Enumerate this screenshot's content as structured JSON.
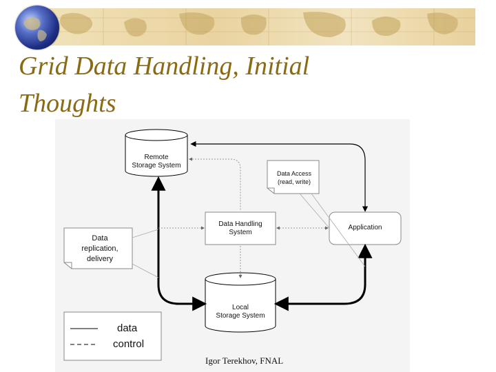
{
  "slide": {
    "title_line_1": "Grid Data Handling, Initial",
    "title_line_2": "Thoughts",
    "footer": "Igor Terekhov, FNAL"
  },
  "diagram": {
    "nodes": {
      "remote_storage": "Remote\nStorage System",
      "data_handling": "Data Handling\nSystem",
      "application": "Application",
      "local_storage": "Local\nStorage System"
    },
    "notes": {
      "data_access": "Data Access\n(read, write)",
      "replication": "Data\nreplication,\ndelivery"
    },
    "legend": {
      "data": "data",
      "control": "control"
    }
  },
  "colors": {
    "title": "#8a6a12",
    "banner": "#e9d3a0",
    "diagram_background": "#f4f4f4"
  },
  "icons": [
    "globe-icon",
    "world-map-banner"
  ]
}
